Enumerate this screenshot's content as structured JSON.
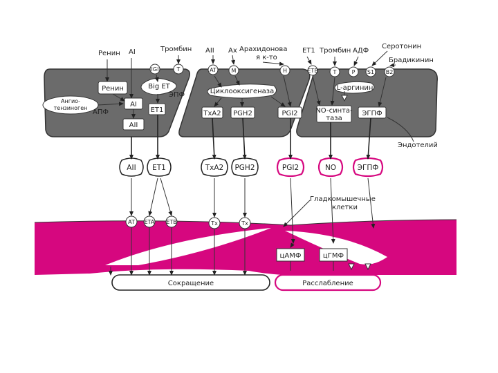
{
  "labels": {
    "renin_top": "Ренин",
    "ai_top": "AI",
    "thrombin_1": "Тромбин",
    "aii_top": "AII",
    "ax": "Aх",
    "arachidonic": [
      "Арахидонова",
      "я к-то"
    ],
    "et1_top": "ET1",
    "thrombin_2": "Тромбин",
    "ado": "АДФ",
    "serotonin": "Серотонин",
    "bradykinin": "Брадикинин",
    "endothelium": "Эндотелий",
    "smooth_muscle": [
      "Гладкомышечные",
      "клетки"
    ],
    "contraction": "Сокращение",
    "relaxation": "Расслабление"
  },
  "receptors": {
    "top1": [
      "IGI",
      "T"
    ],
    "top2": [
      "AT",
      "M",
      "H"
    ],
    "top3": [
      "ETB",
      "T",
      "P",
      "S1",
      "B2"
    ],
    "bottom1": [
      "AT",
      "ETA",
      "ETB"
    ],
    "bottom2": [
      "Tx",
      "Tx"
    ]
  },
  "cell_boxes": {
    "renin": "Ренин",
    "angiotensinogen": [
      "Ангио-",
      "тензиноген"
    ],
    "ai": "AI",
    "apf": "АПФ",
    "aii": "AII",
    "big_et": "Big ET",
    "epf": "ЭПФ",
    "et1": "ET1",
    "cyclooxygenase": "Циклооксигеназа",
    "txa2": "TxA2",
    "pgh2": "PGH2",
    "pgi2": "PGI2",
    "l_arginine": "L-аргинин",
    "no_synthase": [
      "NO-синта-",
      "таза"
    ],
    "edhf": "ЭГПФ"
  },
  "mediators": [
    "AII",
    "ET1",
    "TxA2",
    "PGH2",
    "PGI2",
    "NO",
    "ЭГПФ"
  ],
  "second_messengers": [
    "цАМФ",
    "цГМФ"
  ],
  "colors": {
    "endothelium": "#6b6b6b",
    "muscle": "#d6077f",
    "relax_outline": "#d6077f"
  }
}
